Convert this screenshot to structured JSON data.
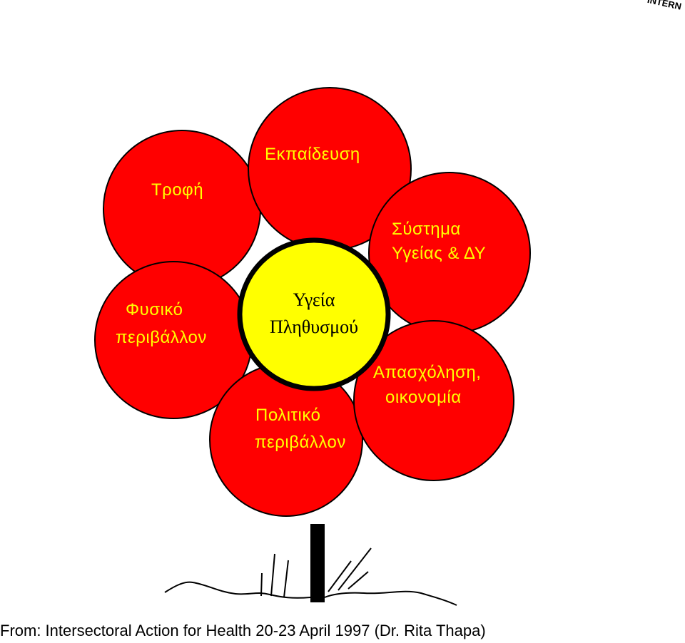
{
  "corner_text": "INTERN",
  "petals": {
    "education": [
      "Εκπαίδευση"
    ],
    "food": [
      "Τροφή"
    ],
    "health_system": [
      "Σύστημα",
      "Υγείας & ΔΥ"
    ],
    "physical_env": [
      "Φυσικό",
      "περιβάλλον"
    ],
    "employment": [
      "Απασχόληση,",
      "οικονομία"
    ],
    "political_env": [
      "Πολιτικό",
      "περιβάλλον"
    ]
  },
  "center": [
    "Υγεία",
    "Πληθυσμού"
  ],
  "source": "From: Intersectoral Action for Health 20-23 April 1997 (Dr. Rita Thapa)",
  "colors": {
    "petal": "#ff0000",
    "center": "#ffff00",
    "petal_text": "#ffff00",
    "center_text": "#000000",
    "outline": "#000000"
  }
}
